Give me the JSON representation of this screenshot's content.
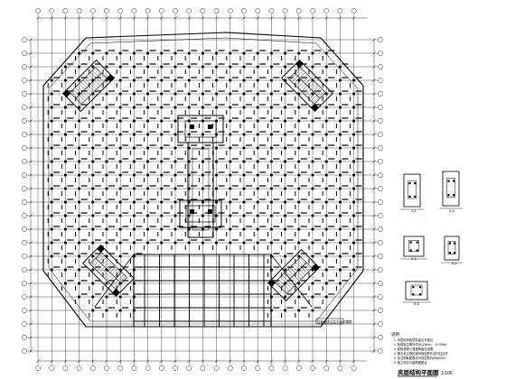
{
  "drawing": {
    "plan_title": "夹层结构平面图",
    "plan_scale": "1:100",
    "notes_heading": "说明",
    "notes": [
      "1. 本层结构板顶标高见平面注.",
      "2. 板厚除注明外均为120mm，-12.000m.",
      "3. 梁板混凝土强度等级见说明.",
      "4. 图中未注明的梁均轴线居中或与柱边齐.",
      "5. 未注明板配筋均为双层双向Φ8@200.",
      "6. 施工时应与建筑图配合."
    ],
    "detail_labels": [
      "1-1",
      "2-2",
      "3-3",
      "4-4",
      "5-5"
    ],
    "legend_note": "柱截面详见柱平面布置图"
  },
  "colors": {
    "line": "#000000",
    "grid": "#1a1a1a",
    "paper": "#ffffff"
  }
}
